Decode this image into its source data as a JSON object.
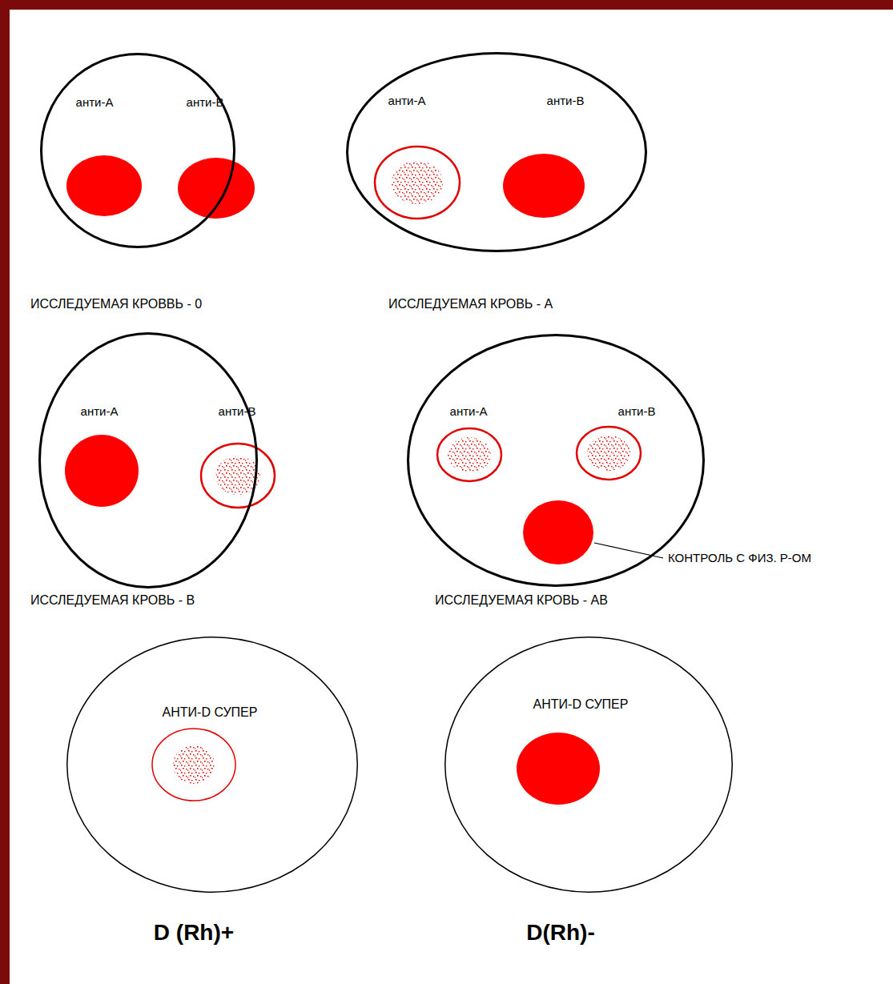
{
  "diagram": {
    "nodes": [
      {
        "text": [
          "анти-А",
          "анти-В",
          "ИССЛЕДУЕМАЯ КРОВВЬ - 0"
        ]
      },
      {
        "text": [
          "анти-А",
          "анти-В",
          "ИССЛЕДУЕМАЯ КРОВЬ - А"
        ]
      },
      {
        "text": [
          "анти-А",
          "анти-В",
          "ИССЛЕДУЕМАЯ КРОВЬ - В"
        ]
      },
      {
        "text": [
          "анти-А",
          "анти-В",
          "ИССЛЕДУЕМАЯ КРОВЬ - АВ"
        ]
      },
      {
        "text": [
          "АНТИ-D СУПЕР",
          "D (Rh)+"
        ]
      },
      {
        "text": [
          "АНТИ-D СУПЕР",
          "D(Rh)-"
        ]
      }
    ],
    "edges": [],
    "labels": [
      "КОНТРОЛЬ С ФИЗ. Р-ОМ"
    ]
  }
}
